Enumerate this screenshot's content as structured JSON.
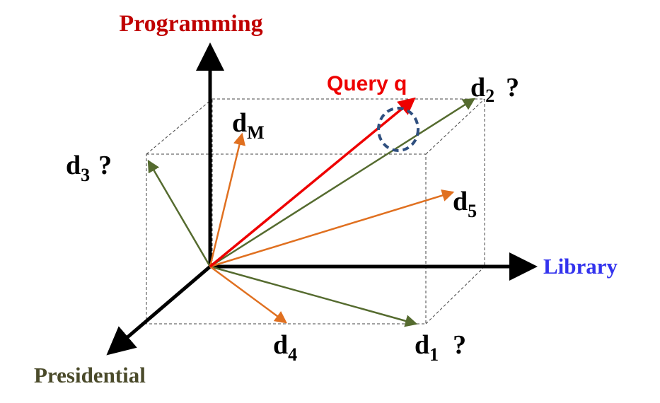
{
  "axes": {
    "programming": {
      "label": "Programming",
      "color": "#c00000"
    },
    "library": {
      "label": "Library",
      "color": "#3333ee"
    },
    "presidential": {
      "label": "Presidential",
      "color": "#4a4a2a"
    }
  },
  "query": {
    "label": "Query q",
    "color": "#ee0000"
  },
  "documents": {
    "d1": {
      "base": "d",
      "sub": "1",
      "mark": "?"
    },
    "d2": {
      "base": "d",
      "sub": "2",
      "mark": "?"
    },
    "d3": {
      "base": "d",
      "sub": "3",
      "mark": "?"
    },
    "d4": {
      "base": "d",
      "sub": "4"
    },
    "d5": {
      "base": "d",
      "sub": "5"
    },
    "dM": {
      "base": "d",
      "sub": "M"
    }
  },
  "colors": {
    "axis": "#000000",
    "green_vector": "#556b2f",
    "orange_vector": "#e07020",
    "box": "#444444",
    "angle_circle": "#2f4f7f"
  }
}
